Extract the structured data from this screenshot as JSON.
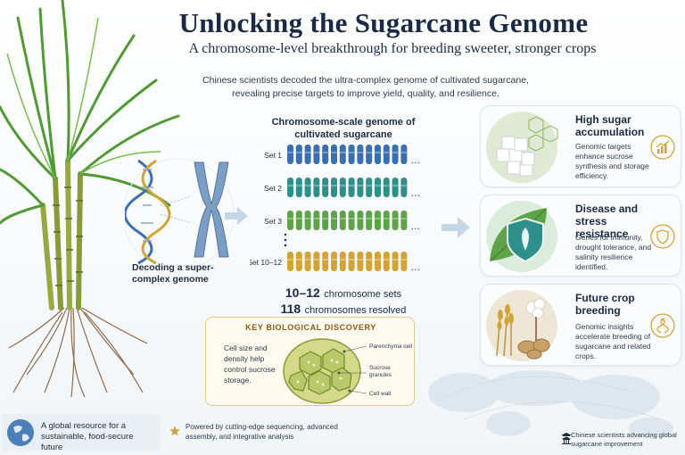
{
  "header": {
    "title": "Unlocking the Sugarcane Genome",
    "subtitle": "A chromosome-level breakthrough for breeding sweeter, stronger crops",
    "intro": "Chinese scientists decoded the ultra-complex genome of cultivated sugarcane, revealing precise targets to improve yield, quality, and resilience."
  },
  "decoding": {
    "label": "Decoding a super-complex genome",
    "icons": [
      "dna-helix-icon",
      "chromosome-icon"
    ]
  },
  "genome": {
    "title": "Chromosome-scale genome of cultivated sugarcane",
    "sets": [
      {
        "label": "Set 1",
        "color": "#3c6fb0"
      },
      {
        "label": "Set 2",
        "color": "#2f8f8a"
      },
      {
        "label": "Set 3",
        "color": "#5ea24a"
      },
      {
        "label": "Set 10–12",
        "color": "#d2a437"
      }
    ],
    "ellipsis": "…",
    "stat_sets": "10–12 chromosome sets",
    "stat_sets_num": "10–12",
    "stat_sets_unit": "chromosome sets",
    "stat_resolved_num": "118",
    "stat_resolved_unit": "chromosomes resolved"
  },
  "discovery": {
    "title": "KEY BIOLOGICAL DISCOVERY",
    "text": "Cell size and density help control sucrose storage.",
    "labels": {
      "parenchyma": "Parenchyma cell",
      "sucrose": "Sucrose granules",
      "wall": "Cell wall"
    }
  },
  "cards": [
    {
      "title": "High sugar accumulation",
      "text": "Genomic targets enhance sucrose synthesis and storage efficiency.",
      "icon": "trend-up-chart-icon"
    },
    {
      "title": "Disease and stress resistance",
      "text": "Genes for immunity, drought tolerance, and salinity resilience identified.",
      "icon": "shield-icon"
    },
    {
      "title": "Future crop breeding",
      "text": "Genomic insights accelerate breeding of sugarcane and related crops.",
      "icon": "dna-icon"
    }
  ],
  "footer": {
    "left": "A global resource for a sustainable, food-secure future",
    "middle": "Powered by cutting-edge sequencing, advanced assembly, and integrative analysis",
    "right": "Chinese scientists advancing global sugarcane improvement"
  },
  "colors": {
    "navy": "#1a2a44",
    "gold": "#d2a437",
    "blue": "#3c6fb0",
    "teal": "#2f8f8a",
    "green": "#5ea24a"
  }
}
